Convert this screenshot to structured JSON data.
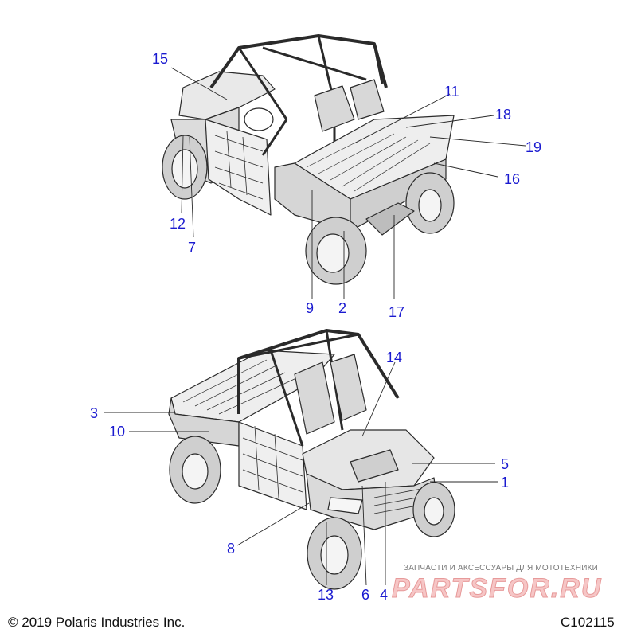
{
  "callouts": [
    "1",
    "2",
    "3",
    "4",
    "5",
    "6",
    "7",
    "8",
    "9",
    "10",
    "11",
    "12",
    "13",
    "14",
    "15",
    "16",
    "17",
    "18",
    "19"
  ],
  "footer": {
    "copyright": "© 2019 Polaris Industries Inc.",
    "code": "C102115"
  },
  "watermark": {
    "tagline": "ЗАПЧАСТИ И АКСЕССУАРЫ ДЛЯ МОТОТЕХНИКИ",
    "logo": "PARTSFOR.RU"
  },
  "colors": {
    "callout": "#1a1ad0",
    "line": "#2a2a2a",
    "watermark": "#f2a0a0"
  }
}
